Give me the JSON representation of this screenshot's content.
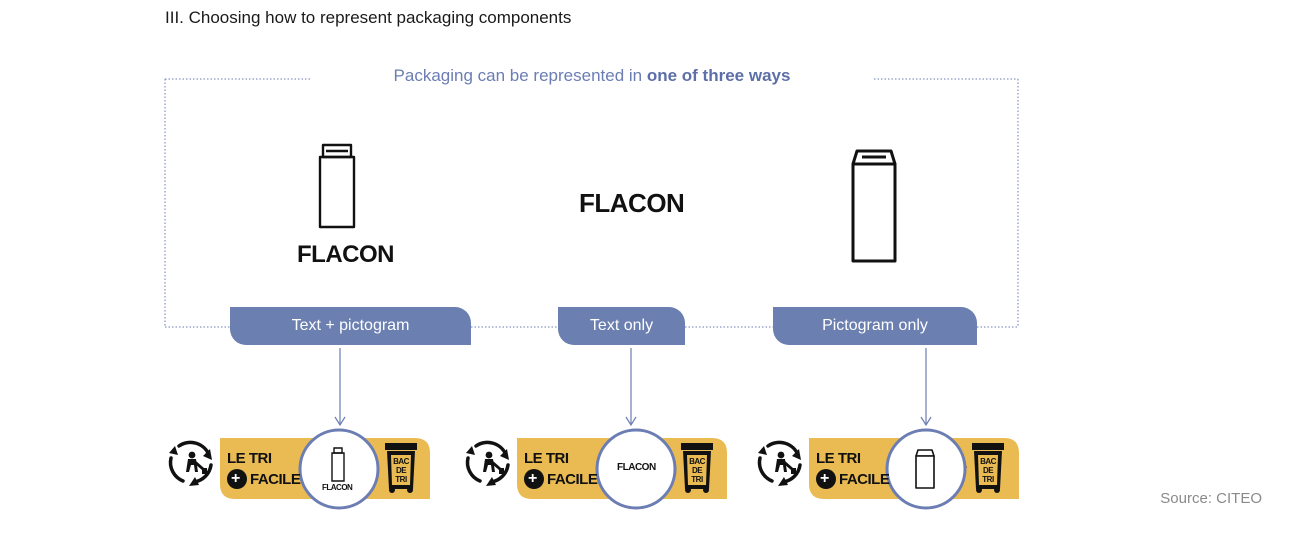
{
  "section_title": "III. Choosing how to represent packaging components",
  "headline": {
    "prefix": "Packaging can be represented in ",
    "emphasis": "one of three ways"
  },
  "options": [
    {
      "tab": "Text + pictogram",
      "word": "FLACON"
    },
    {
      "tab": "Text only",
      "word": "FLACON"
    },
    {
      "tab": "Pictogram only"
    }
  ],
  "badge": {
    "line1": "LE TRI",
    "line2": "FACILE",
    "plus": "+",
    "bin_lines": [
      "BAC",
      "DE",
      "TRI"
    ]
  },
  "source": "Source: CITEO",
  "colors": {
    "accent": "#6b7fb0",
    "badge_yellow": "#e9bb52",
    "text": "#111111"
  }
}
